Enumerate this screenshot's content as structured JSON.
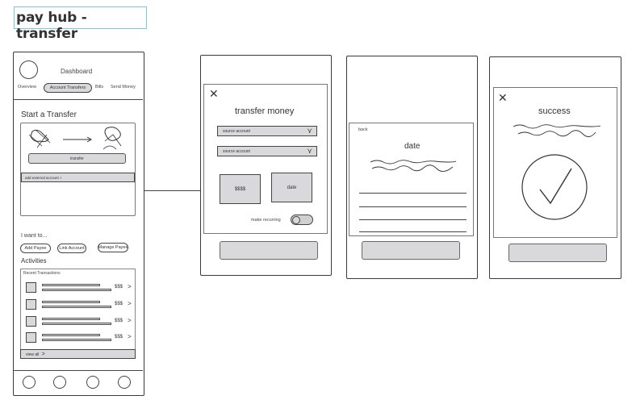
{
  "page_title": "pay hub - transfer",
  "dashboard": {
    "header_title": "Dashboard",
    "nav": {
      "overview": "Overview",
      "account_transfers": "Account Transfers",
      "bills": "Bills",
      "send_money": "Send Money"
    },
    "start_transfer": {
      "title": "Start a Transfer",
      "transfer_button": "transfer",
      "add_external": "add external account +"
    },
    "i_want_to": {
      "label": "I want to...",
      "actions": [
        "Add Payee",
        "Link Account",
        "Manage Payee"
      ]
    },
    "activities": {
      "title": "Activities",
      "recent_label": "Recent Transactions",
      "rows": [
        {
          "amount": "$$$"
        },
        {
          "amount": "$$$"
        },
        {
          "amount": "$$$"
        },
        {
          "amount": "$$$"
        }
      ],
      "view_all": "view all"
    }
  },
  "transfer_modal": {
    "title": "transfer money",
    "source_select": "source account",
    "destination_select": "source account",
    "amount_box": "$$$$",
    "date_box": "date",
    "recurring_label": "make recurring"
  },
  "date_modal": {
    "back": "back",
    "title": "date"
  },
  "success_modal": {
    "title": "success"
  },
  "icons": {
    "close": "close-icon",
    "chevron": "chevron-down-icon",
    "arrow": "chevron-right-icon",
    "check": "check-icon"
  }
}
